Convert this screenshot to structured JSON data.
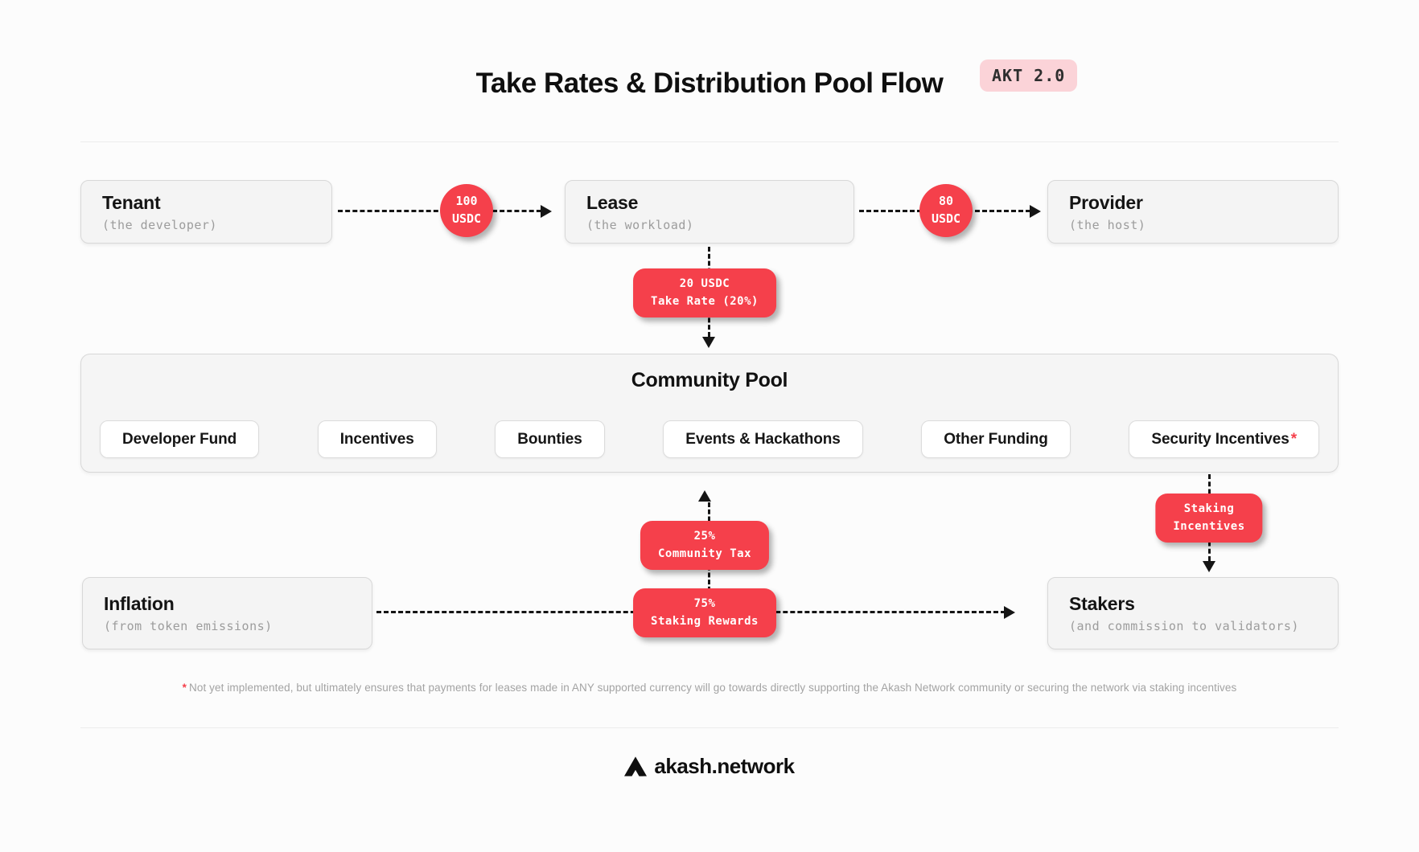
{
  "title": "Take Rates & Distribution Pool Flow",
  "badge": "AKT 2.0",
  "nodes": {
    "tenant": {
      "title": "Tenant",
      "subtitle": "(the developer)"
    },
    "lease": {
      "title": "Lease",
      "subtitle": "(the workload)"
    },
    "provider": {
      "title": "Provider",
      "subtitle": "(the host)"
    },
    "inflation": {
      "title": "Inflation",
      "subtitle": "(from token emissions)"
    },
    "stakers": {
      "title": "Stakers",
      "subtitle": "(and commission to validators)"
    }
  },
  "flows": {
    "tenant_to_lease": {
      "line1": "100",
      "line2": "USDC"
    },
    "lease_to_provider": {
      "line1": "80",
      "line2": "USDC"
    },
    "take_rate": {
      "line1": "20 USDC",
      "line2": "Take Rate (20%)"
    },
    "community_tax": {
      "line1": "25%",
      "line2": "Community Tax"
    },
    "staking_rewards": {
      "line1": "75%",
      "line2": "Staking Rewards"
    },
    "staking_incentives": {
      "line1": "Staking",
      "line2": "Incentives"
    }
  },
  "community_pool": {
    "title": "Community Pool",
    "chips": [
      "Developer Fund",
      "Incentives",
      "Bounties",
      "Events & Hackathons",
      "Other Funding",
      "Security Incentives"
    ],
    "footnote_marker": "*"
  },
  "footnote": {
    "marker": "*",
    "text": "Not yet implemented, but ultimately ensures that payments for leases made in ANY supported currency will go towards directly supporting the Akash Network community or securing the network via staking incentives"
  },
  "footer": {
    "brand": "akash.network"
  },
  "colors": {
    "accent_red": "#f5404b",
    "badge_pink": "#fbd3d8"
  }
}
